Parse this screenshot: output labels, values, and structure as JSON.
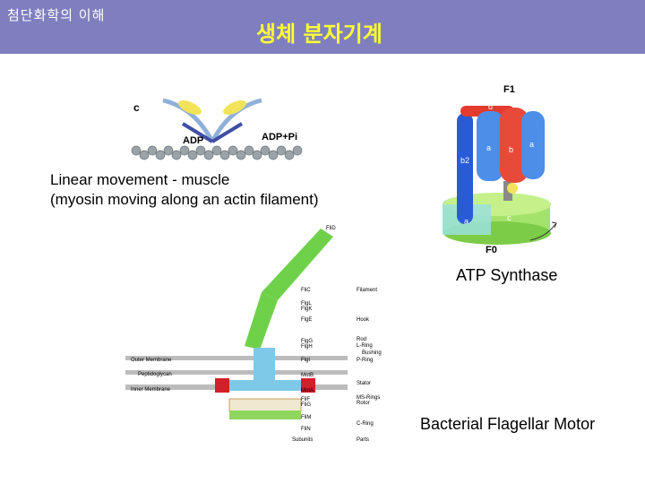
{
  "header": {
    "course": "첨단화학의 이해",
    "title": "생체 분자기계",
    "background": "#7f7fbf",
    "title_color": "#ffff33"
  },
  "captions": {
    "myosin_line1": "Linear movement - muscle",
    "myosin_line2": "(myosin moving along an actin filament)",
    "atp": "ATP Synthase",
    "flagellar": "Bacterial Flagellar Motor"
  },
  "myosin_figure": {
    "panel_label": "c",
    "left_label": "ADP",
    "right_label": "ADP+Pi"
  },
  "atp_figure": {
    "f1_label": "F1",
    "f0_label": "F0",
    "subunits": [
      "d",
      "a",
      "b",
      "a",
      "b2",
      "a",
      "c"
    ]
  },
  "flagellar_figure": {
    "membranes": [
      "Outer Membrane",
      "Peptidoglycan",
      "Inner Membrane"
    ],
    "proteins": [
      "FliD",
      "FliC",
      "FlgL",
      "FlgK",
      "FlgE",
      "FlgG",
      "FlgH",
      "FlgI",
      "MotB",
      "MotA",
      "FliF",
      "FliG",
      "FliM",
      "FliN"
    ],
    "parts": [
      "Filament",
      "Hook",
      "Rod",
      "L-Ring",
      "Bushing",
      "P-Ring",
      "Stator",
      "MS-Rings",
      "Rotor",
      "C-Ring"
    ],
    "bottom_left": "Subunits",
    "bottom_right": "Parts"
  }
}
